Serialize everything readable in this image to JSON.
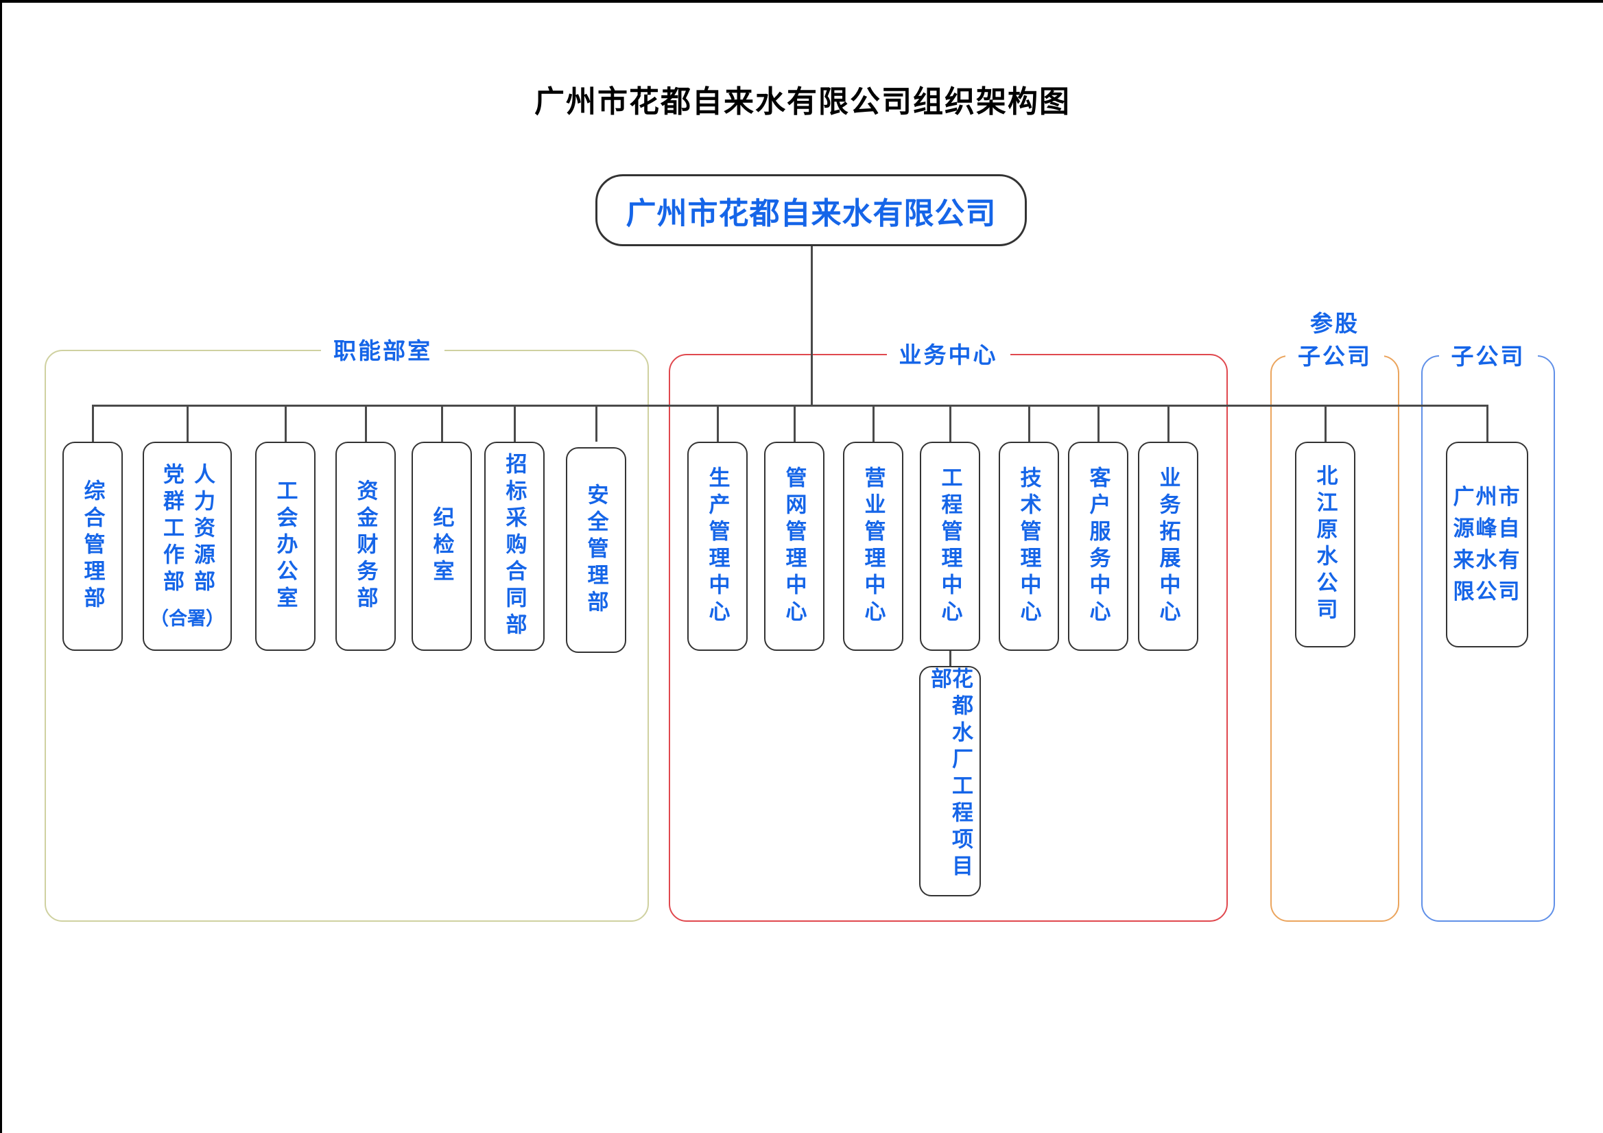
{
  "title": "广州市花都自来水有限公司组织架构图",
  "root": {
    "label": "广州市花都自来水有限公司"
  },
  "groups": [
    {
      "label": "职能部室",
      "border_color": "#cfd1a0",
      "departments": [
        {
          "label": "综合管理部"
        },
        {
          "label": "党群工作部人力资源部（合署）",
          "columns": [
            "党群工作部",
            "人力资源部"
          ],
          "suffix": "（合署）"
        },
        {
          "label": "工会办公室"
        },
        {
          "label": "资金财务部"
        },
        {
          "label": "纪检室"
        },
        {
          "label": "招标采购合同部"
        },
        {
          "label": "安全管理部"
        }
      ]
    },
    {
      "label": "业务中心",
      "border_color": "#e0484e",
      "departments": [
        {
          "label": "生产管理中心"
        },
        {
          "label": "管网管理中心"
        },
        {
          "label": "营业管理中心"
        },
        {
          "label": "工程管理中心",
          "child": {
            "label": "花都水厂工程项目部"
          }
        },
        {
          "label": "技术管理中心"
        },
        {
          "label": "客户服务中心"
        },
        {
          "label": "业务拓展中心"
        }
      ]
    },
    {
      "label": "参股子公司",
      "label_lines": [
        "参股",
        "子公司"
      ],
      "border_color": "#eba55e",
      "departments": [
        {
          "label": "北江原水公司"
        }
      ]
    },
    {
      "label": "子公司",
      "border_color": "#6090e8",
      "departments": [
        {
          "label": "广州市源峰自来水有限公司",
          "display_lines": [
            "广州市",
            "源峰自",
            "来水有",
            "限公司"
          ]
        }
      ]
    }
  ],
  "colors": {
    "title_color": "#000000",
    "node_text": "#1565e8",
    "node_border": "#333333",
    "connector": "#4a4a4a",
    "group_functional_border": "#cfd1a0",
    "group_business_border": "#e0484e",
    "group_invested_border": "#eba55e",
    "group_subsidiary_border": "#6090e8"
  }
}
